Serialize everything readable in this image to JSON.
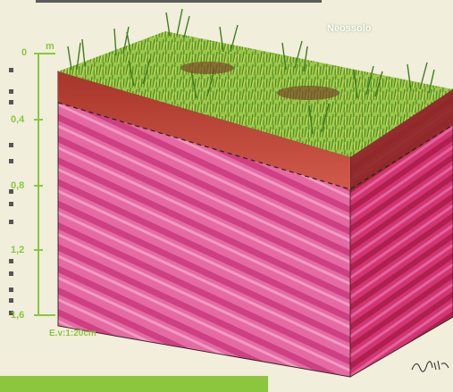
{
  "soil_type": "Neossolo",
  "scale": {
    "unit": "m",
    "ticks": [
      "0",
      "0,4",
      "0,8",
      "1,2",
      "1,6"
    ],
    "note": "E.v:1:20cm"
  },
  "signature": "Netti",
  "colors": {
    "accent_green": "#8cc63f",
    "background": "#f1eedb",
    "topsoil": "#b23a2e",
    "subsoil": "#d9417a",
    "grass": "#7cb53a"
  }
}
